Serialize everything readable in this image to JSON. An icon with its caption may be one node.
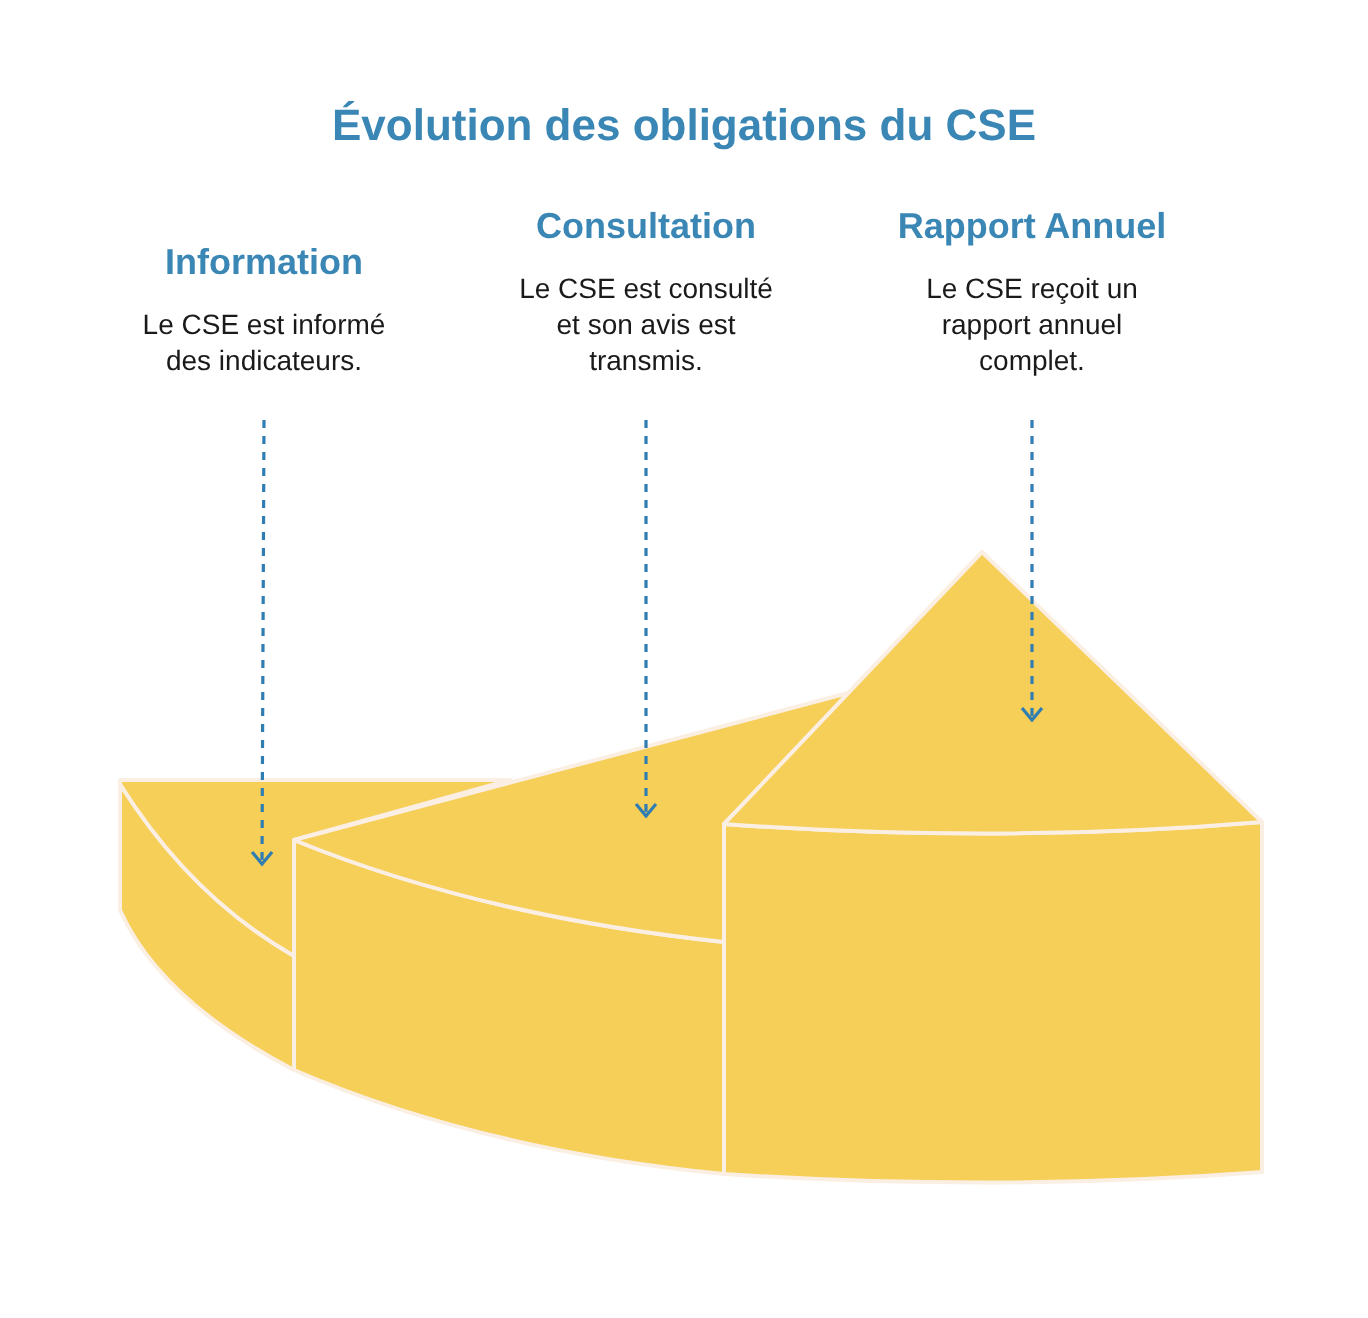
{
  "diagram": {
    "title": "Évolution des obligations du CSE",
    "nodes": [
      {
        "text": [
          "Information",
          "Le CSE est informé des indicateurs."
        ]
      },
      {
        "text": [
          "Consultation",
          "Le CSE est consulté et son avis est transmis."
        ]
      },
      {
        "text": [
          "Rapport Annuel",
          "Le CSE reçoit un rapport annuel complet."
        ]
      },
      {
        "text": [],
        "shape": "wedge"
      },
      {
        "text": [],
        "shape": "wedge"
      },
      {
        "text": [],
        "shape": "wedge"
      }
    ],
    "edges": [
      {
        "from": 0,
        "to": 3,
        "arrow": "to",
        "style": "dashed"
      },
      {
        "from": 1,
        "to": 4,
        "arrow": "to",
        "style": "dashed"
      },
      {
        "from": 2,
        "to": 5,
        "arrow": "to",
        "style": "dashed"
      }
    ]
  }
}
